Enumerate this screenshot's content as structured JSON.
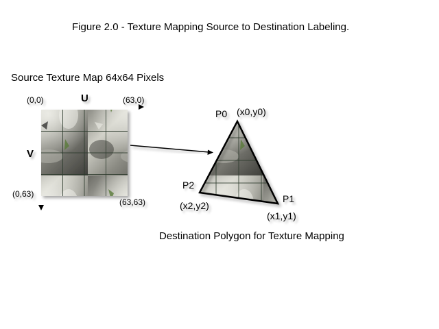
{
  "figure": {
    "title": "Figure 2.0 - Texture Mapping Source to Destination Labeling.",
    "source_title": "Source Texture Map 64x64 Pixels",
    "destination_title": "Destination Polygon for Texture Mapping"
  },
  "source": {
    "axis_u": "U",
    "axis_v": "V",
    "corner_top_left": "(0,0)",
    "corner_top_right": "(63,0)",
    "corner_bottom_left": "(0,63)",
    "corner_bottom_right": "(63,63)",
    "grid_cells": 4
  },
  "destination": {
    "p0_label": "P0",
    "p0_coord": "(x0,y0)",
    "p1_label": "P1",
    "p1_coord": "(x1,y1)",
    "p2_label": "P2",
    "p2_coord": "(x2,y2)"
  },
  "colors": {
    "line": "#000000",
    "grid": "#2c3a2c",
    "texture_light": "#d8d8d0",
    "texture_dark": "#3a3a36",
    "moss": "#5a7a3a"
  }
}
